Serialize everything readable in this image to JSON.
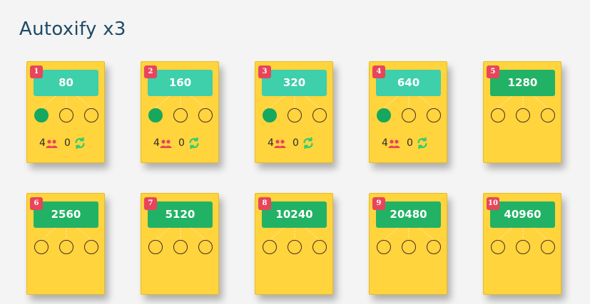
{
  "page": {
    "title": "Autoxify x3"
  },
  "colors": {
    "card": "#ffd43d",
    "badge": "#e8455b",
    "value_teal": "#3ecfab",
    "value_green": "#22b265",
    "node_filled": "#16a85f",
    "users_icon": "#e8455b",
    "cycle_icon": "#2ecc71"
  },
  "cards": [
    {
      "level": "1",
      "value": "80",
      "color": "teal",
      "nodes": [
        true,
        false,
        false
      ],
      "show_stats": true,
      "users": "4",
      "cycles": "0"
    },
    {
      "level": "2",
      "value": "160",
      "color": "teal",
      "nodes": [
        true,
        false,
        false
      ],
      "show_stats": true,
      "users": "4",
      "cycles": "0"
    },
    {
      "level": "3",
      "value": "320",
      "color": "teal",
      "nodes": [
        true,
        false,
        false
      ],
      "show_stats": true,
      "users": "4",
      "cycles": "0"
    },
    {
      "level": "4",
      "value": "640",
      "color": "teal",
      "nodes": [
        true,
        false,
        false
      ],
      "show_stats": true,
      "users": "4",
      "cycles": "0"
    },
    {
      "level": "5",
      "value": "1280",
      "color": "green",
      "nodes": [
        false,
        false,
        false
      ],
      "show_stats": false
    },
    {
      "level": "6",
      "value": "2560",
      "color": "green",
      "nodes": [
        false,
        false,
        false
      ],
      "show_stats": false
    },
    {
      "level": "7",
      "value": "5120",
      "color": "green",
      "nodes": [
        false,
        false,
        false
      ],
      "show_stats": false
    },
    {
      "level": "8",
      "value": "10240",
      "color": "green",
      "nodes": [
        false,
        false,
        false
      ],
      "show_stats": false
    },
    {
      "level": "9",
      "value": "20480",
      "color": "green",
      "nodes": [
        false,
        false,
        false
      ],
      "show_stats": false
    },
    {
      "level": "10",
      "value": "40960",
      "color": "green",
      "nodes": [
        false,
        false,
        false
      ],
      "show_stats": false
    }
  ],
  "icons": {
    "users": "users-icon",
    "cycle": "refresh-icon"
  }
}
